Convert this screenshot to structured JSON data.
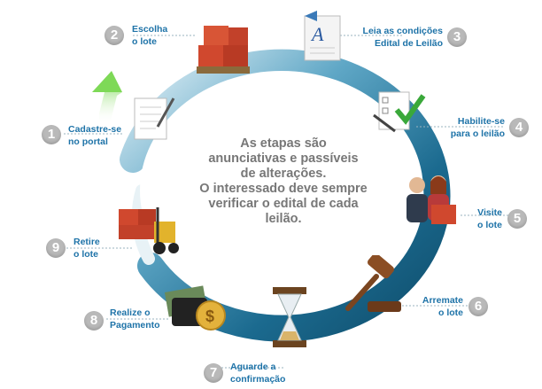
{
  "center_text": {
    "lines": [
      "As etapas são",
      "anunciativas e passíveis",
      "de alterações.",
      "O interessado deve sempre",
      "verificar o edital de cada",
      "leilão."
    ]
  },
  "steps": [
    {
      "number": "1",
      "line1": "Cadastre-se",
      "line2": "no portal",
      "icon": "registration-form-icon"
    },
    {
      "number": "2",
      "line1": "Escolha",
      "line2": "o lote",
      "icon": "cargo-boxes-icon"
    },
    {
      "number": "3",
      "line1": "Leia as condições",
      "line2": "Edital de Leilão",
      "icon": "document-icon"
    },
    {
      "number": "4",
      "line1": "Habilite-se",
      "line2": "para o leilão",
      "icon": "checklist-icon"
    },
    {
      "number": "5",
      "line1": "Visite",
      "line2": "o lote",
      "icon": "visitors-icon"
    },
    {
      "number": "6",
      "line1": "Arremate",
      "line2": "o lote",
      "icon": "gavel-icon"
    },
    {
      "number": "7",
      "line1": "Aguarde a",
      "line2": "confirmação",
      "icon": "hourglass-icon"
    },
    {
      "number": "8",
      "line1": "Realize o",
      "line2": "Pagamento",
      "icon": "payment-icon"
    },
    {
      "number": "9",
      "line1": "Retire",
      "line2": "o lote",
      "icon": "forklift-icon"
    }
  ],
  "colors": {
    "ring_dark": "#1b6a8f",
    "ring_light": "#cfe6ef",
    "label": "#1e73a8",
    "number_badge": "#b9b9b9",
    "arrow": "#7ed957"
  }
}
